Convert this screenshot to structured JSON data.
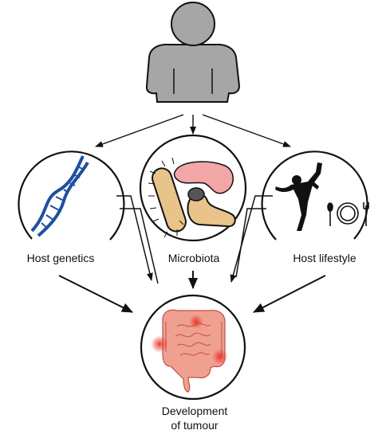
{
  "nodes": {
    "host_genetics": {
      "label": "Host genetics"
    },
    "microbiota": {
      "label": "Microbiota"
    },
    "host_lifestyle": {
      "label": "Host lifestyle"
    },
    "tumour": {
      "label_line1": "Development",
      "label_line2": "of tumour"
    }
  },
  "colors": {
    "person_fill": "#a6a6a6",
    "outline": "#111111",
    "dna": "#1f4fa0",
    "bacteria": "#e8c48a",
    "stomach": "#f2a6a6",
    "intestine": "#f0a090",
    "tumour_spot": "#e8342c"
  }
}
